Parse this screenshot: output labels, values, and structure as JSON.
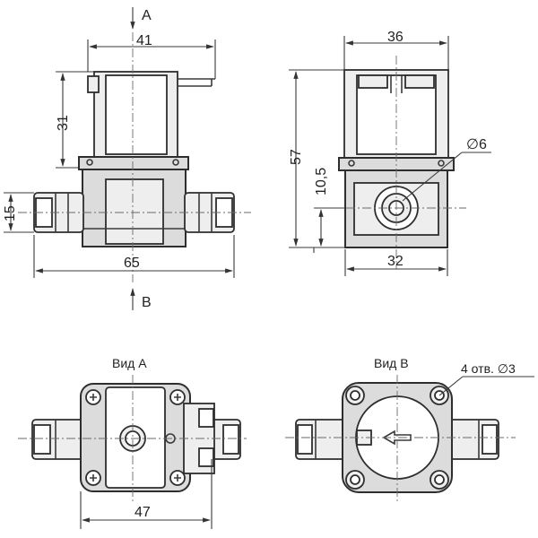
{
  "top_left_view": {
    "section_a": "A",
    "section_b": "B",
    "dim_width": "41",
    "dim_height": "31",
    "dim_fitting": "15",
    "dim_total": "65"
  },
  "top_right_view": {
    "dim_width": "36",
    "dim_height": "57",
    "dim_offset": "10,5",
    "dim_hole": "∅6",
    "dim_bottom": "32"
  },
  "view_a": {
    "title": "Вид А",
    "dim_width": "47"
  },
  "view_b": {
    "title": "Вид В",
    "holes_note": "4 отв. ∅3"
  }
}
